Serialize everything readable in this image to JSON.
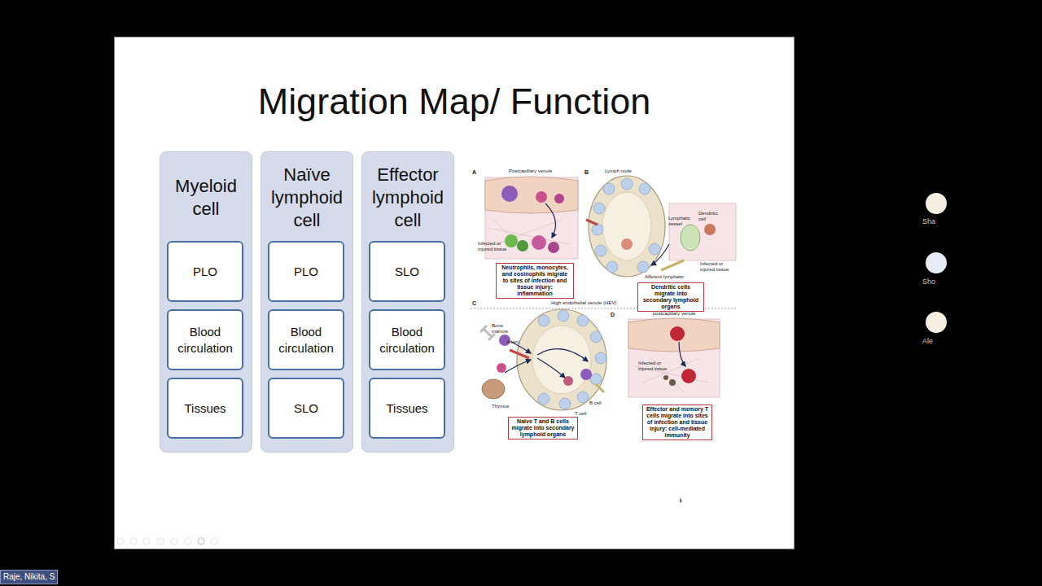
{
  "diagram": {
    "title": "Migration Map/ Function",
    "nodes": [
      {
        "text": [
          "Myeloid cell"
        ]
      },
      {
        "text": [
          "PLO"
        ],
        "in": 0
      },
      {
        "text": [
          "Blood circulation"
        ],
        "in": 0
      },
      {
        "text": [
          "Tissues"
        ],
        "in": 0
      },
      {
        "text": [
          "Naïve lymphoid cell"
        ]
      },
      {
        "text": [
          "PLO"
        ],
        "in": 4
      },
      {
        "text": [
          "Blood circulation"
        ],
        "in": 4
      },
      {
        "text": [
          "SLO"
        ],
        "in": 4
      },
      {
        "text": [
          "Effector lymphoid cell"
        ]
      },
      {
        "text": [
          "SLO"
        ],
        "in": 8
      },
      {
        "text": [
          "Blood circulation"
        ],
        "in": 8
      },
      {
        "text": [
          "Tissues"
        ],
        "in": 8
      },
      {
        "text": [
          "Neutrophils, monocytes, and eosinophils migrate to sites of infection and tissue injury: inflammation"
        ]
      },
      {
        "text": [
          "Dendritic cells migrate into secondary lymphoid organs"
        ]
      },
      {
        "text": [
          "Naive T and B cells migrate into secondary lymphoid organs"
        ]
      },
      {
        "text": [
          "Effector and memory T cells migrate into sites of infection and tissue injury: cell-mediated immunity"
        ]
      }
    ],
    "labels": [
      "A",
      "Postcapillary venule",
      "Infected or injured tissue",
      "B",
      "Lymph node",
      "Lymphatic vessel",
      "Dendritic cell",
      "Infected or injured tissue",
      "Afferent lymphatic",
      "C",
      "High endothelial venule (HEV)",
      "Bone marrow",
      "Artery",
      "Thymus",
      "B cell",
      "T cell",
      "D",
      "postcapillary venule",
      "Infected or injured tissue",
      "Sha",
      "Sho",
      "Ale",
      "Raje, Nikita, S"
    ]
  }
}
